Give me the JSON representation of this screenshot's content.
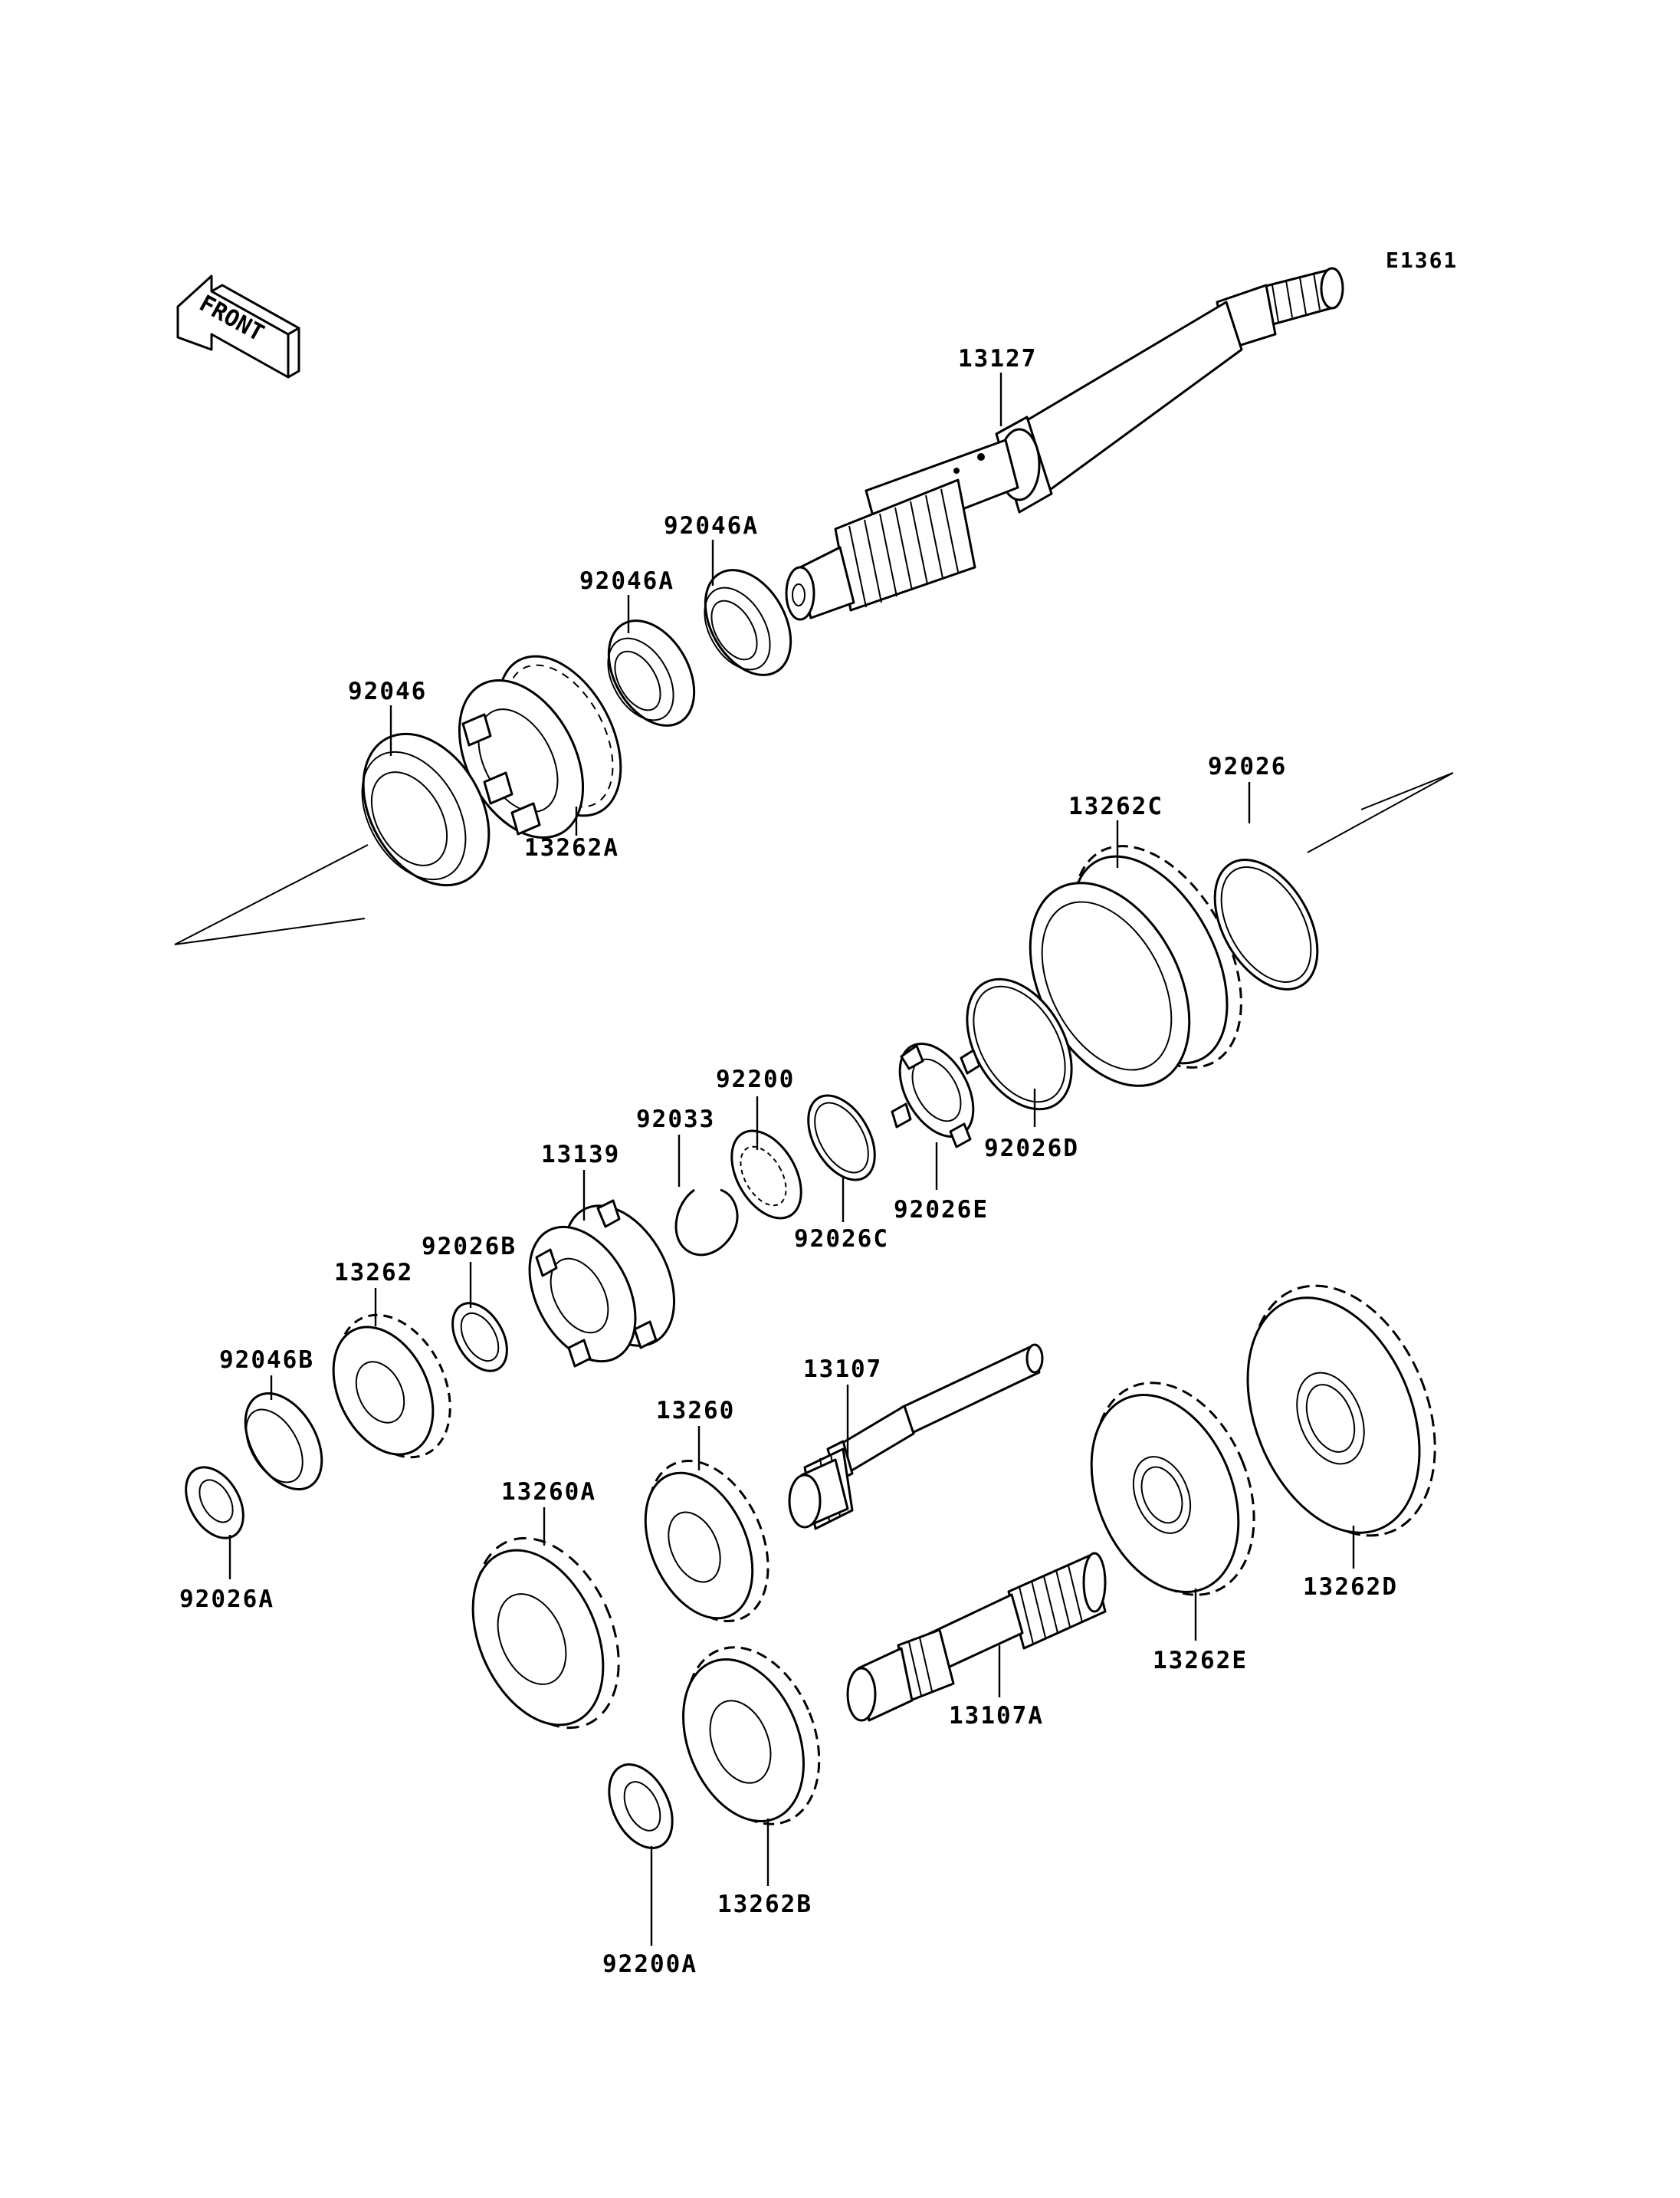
{
  "diagram": {
    "code": "E1361",
    "front_label": "FRONT",
    "labels": {
      "p13127": "13127",
      "p92046A_1": "92046A",
      "p92046A_2": "92046A",
      "p92046": "92046",
      "p13262A": "13262A",
      "p92026": "92026",
      "p13262C": "13262C",
      "p92200": "92200",
      "p92033": "92033",
      "p13139": "13139",
      "p92026D": "92026D",
      "p92026E": "92026E",
      "p92026C": "92026C",
      "p92026B": "92026B",
      "p13262": "13262",
      "p92046B": "92046B",
      "p13107": "13107",
      "p13260": "13260",
      "p13260A": "13260A",
      "p92026A": "92026A",
      "p13262D": "13262D",
      "p13262E": "13262E",
      "p13107A": "13107A",
      "p13262B": "13262B",
      "p92200A": "92200A"
    }
  }
}
